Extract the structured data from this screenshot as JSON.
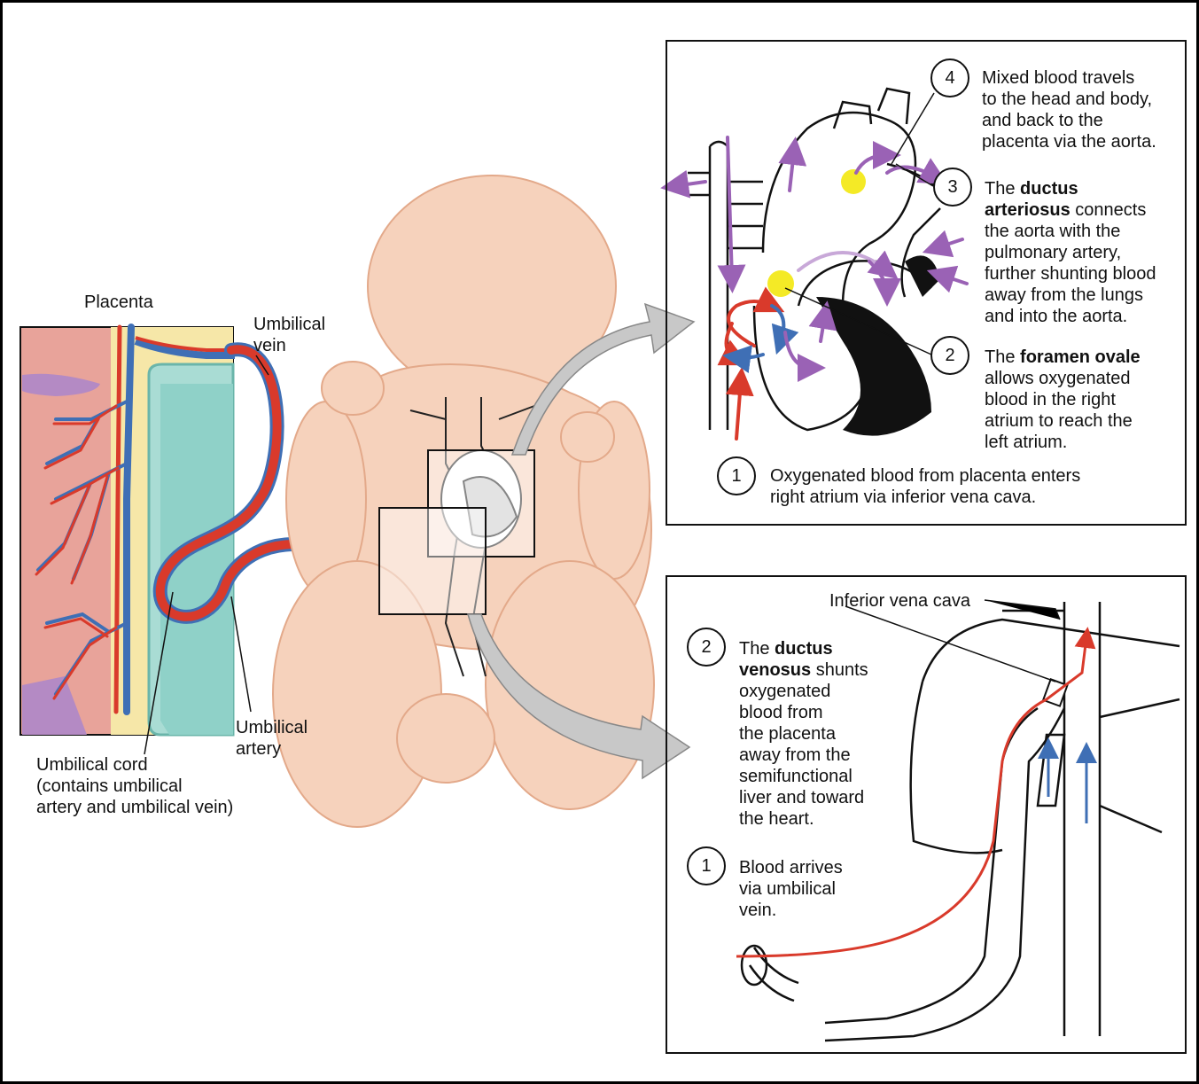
{
  "colors": {
    "oxygenated": "#d93a2b",
    "deoxygenated": "#3f6fb5",
    "mixed": "#9a62b5",
    "skin": "#f6d2bc",
    "shunt_highlight": "#f2e600",
    "placenta": "#e79a92",
    "amniotic": "#8fd1c8"
  },
  "placenta_view": {
    "placenta_label": "Placenta",
    "umbilical_vein_label": "Umbilical\nvein",
    "umbilical_artery_label": "Umbilical\nartery",
    "umbilical_cord_label": "Umbilical cord\n(contains umbilical\nartery and umbilical vein)"
  },
  "heart_panel": {
    "steps": [
      {
        "number": "1",
        "text": "Oxygenated blood from placenta enters\nright atrium via inferior vena cava."
      },
      {
        "number": "2",
        "text_pre": "The ",
        "term": "foramen ovale",
        "text_post": "\nallows oxygenated\nblood in the right\natrium to reach the\nleft atrium."
      },
      {
        "number": "3",
        "text_pre": "The ",
        "term": "ductus\narteriosus",
        "text_post": " connects\nthe aorta with the\npulmonary artery,\nfurther shunting blood\naway from the lungs\nand into the aorta."
      },
      {
        "number": "4",
        "text": "Mixed blood travels\nto the head and body,\nand back to the\nplacenta via the aorta."
      }
    ]
  },
  "liver_panel": {
    "ivc_label": "Inferior vena cava",
    "steps": [
      {
        "number": "1",
        "text": "Blood arrives\nvia umbilical\nvein."
      },
      {
        "number": "2",
        "text_pre": "The ",
        "term": "ductus\nvenosus",
        "text_post": " shunts\noxygenated\nblood from\nthe placenta\naway from the\nsemifunctional\nliver and toward\nthe heart."
      }
    ]
  }
}
